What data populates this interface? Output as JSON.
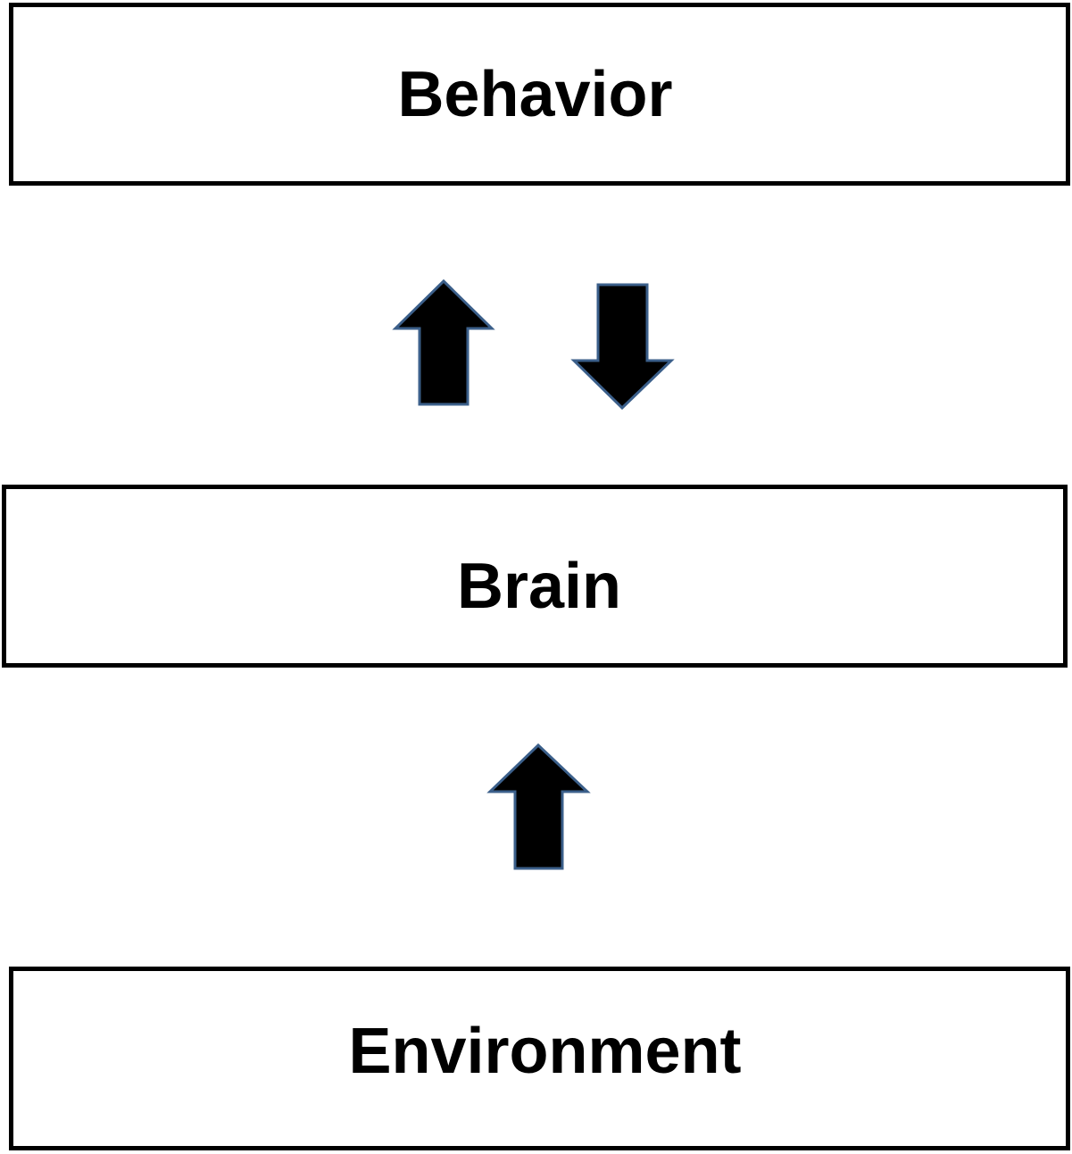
{
  "diagram": {
    "nodes": [
      {
        "id": "behavior",
        "label": "Behavior"
      },
      {
        "id": "brain",
        "label": "Brain"
      },
      {
        "id": "environment",
        "label": "Environment"
      }
    ],
    "edges": [
      {
        "from": "brain",
        "to": "behavior"
      },
      {
        "from": "behavior",
        "to": "brain"
      },
      {
        "from": "environment",
        "to": "brain"
      }
    ]
  },
  "colors": {
    "arrow_fill": "#000000",
    "arrow_stroke": "#3b5f8a",
    "box_border": "#000000"
  }
}
